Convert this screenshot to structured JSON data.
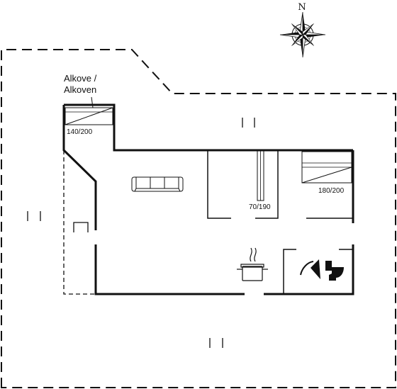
{
  "compass": {
    "north_label": "N",
    "icon": "compass-rose-icon"
  },
  "alcove": {
    "label_line1": "Alkove /",
    "label_line2": "Alkoven",
    "bed_size": "140/200"
  },
  "beds": {
    "single_bed_size": "70/190",
    "double_bed_size": "180/200"
  },
  "icons": {
    "sofa": "sofa-icon",
    "cooking_pot": "cooking-pot-icon",
    "shower": "shower-icon",
    "toilet": "toilet-icon"
  },
  "colors": {
    "lines": "#111111",
    "background": "#ffffff"
  }
}
